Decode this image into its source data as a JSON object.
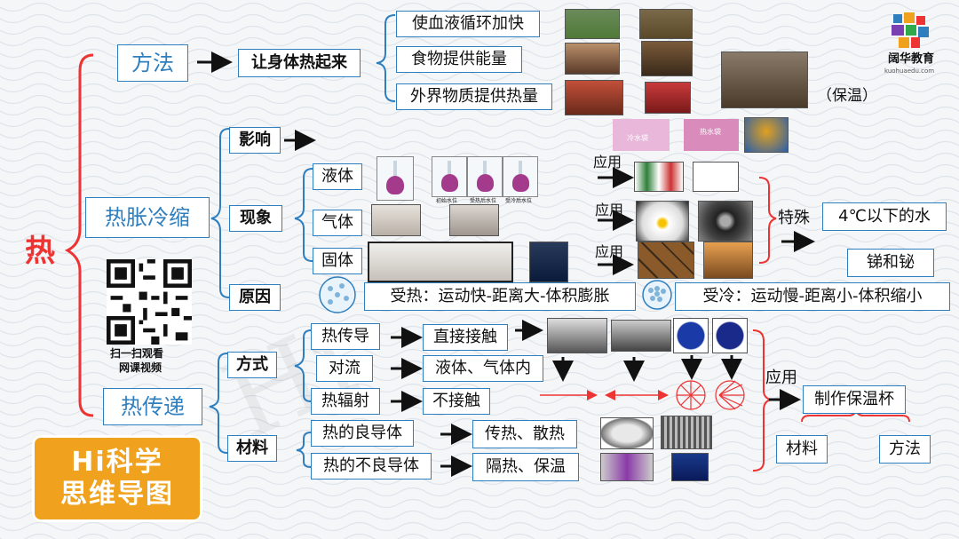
{
  "root": "热",
  "watermark_text": "Hi",
  "branch1": {
    "title": "方法",
    "sub": "让身体热起来",
    "items": [
      "使血液循环加快",
      "食物提供能量",
      "外界物质提供热量"
    ],
    "note": "（保温）"
  },
  "branch2": {
    "title": "热胀冷缩",
    "influence": "影响",
    "phenomenon": "现象",
    "reason": "原因",
    "states": [
      "液体",
      "气体",
      "固体"
    ],
    "apply": "应用",
    "special_label": "特殊",
    "special": [
      "4℃以下的水",
      "锑和铋"
    ],
    "hot": "受热：运动快-距离大-体积膨胀",
    "cold": "受冷：运动慢-距离小-体积缩小",
    "bag_labels": [
      "冷水袋",
      "热水袋"
    ],
    "beaker_labels": [
      "初始水位",
      "受热后水位",
      "受冷后水位"
    ]
  },
  "branch3": {
    "title": "热传递",
    "mode": "方式",
    "material": "材料",
    "modes": [
      {
        "name": "热传导",
        "desc": "直接接触"
      },
      {
        "name": "对流",
        "desc": "液体、气体内"
      },
      {
        "name": "热辐射",
        "desc": "不接触"
      }
    ],
    "materials": [
      {
        "name": "热的良导体",
        "desc": "传热、散热"
      },
      {
        "name": "热的不良导体",
        "desc": "隔热、保温"
      }
    ],
    "apply": "应用",
    "target": "制作保温杯",
    "target_parts": [
      "材料",
      "方法"
    ]
  },
  "qr_caption": [
    "扫一扫观看",
    "网课视频"
  ],
  "badge": [
    "Hi科学",
    "思维导图"
  ],
  "logo": {
    "name": "阔华教育",
    "url": "kuohuaedu.com"
  }
}
